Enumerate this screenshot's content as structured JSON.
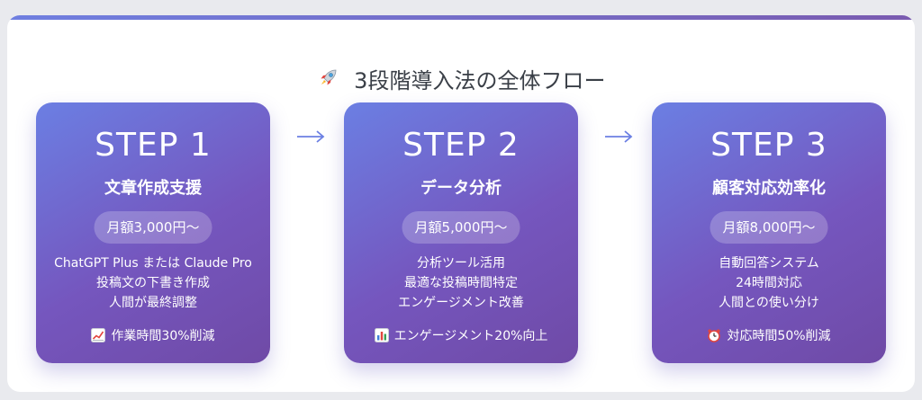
{
  "header": {
    "icon": "rocket-icon",
    "title": "3段階導入法の全体フロー"
  },
  "steps": [
    {
      "step_label": "STEP 1",
      "title": "文章作成支援",
      "price": "月額3,000円〜",
      "features": [
        "ChatGPT Plus または Claude Pro",
        "投稿文の下書き作成",
        "人間が最終調整"
      ],
      "effect_icon": "chart-increasing-icon",
      "effect": "作業時間30%削減"
    },
    {
      "step_label": "STEP 2",
      "title": "データ分析",
      "price": "月額5,000円〜",
      "features": [
        "分析ツール活用",
        "最適な投稿時間特定",
        "エンゲージメント改善"
      ],
      "effect_icon": "bar-chart-icon",
      "effect": "エンゲージメント20%向上"
    },
    {
      "step_label": "STEP 3",
      "title": "顧客対応効率化",
      "price": "月額8,000円〜",
      "features": [
        "自動回答システム",
        "24時間対応",
        "人間との使い分け"
      ],
      "effect_icon": "alarm-clock-icon",
      "effect": "対応時間50%削減"
    }
  ],
  "connector_icon": "arrow-right-icon",
  "colors": {
    "card_gradient_start": "#6b7fe3",
    "card_gradient_end": "#6f4aa6",
    "arrow": "#6b7fe3",
    "title_text": "#3a3f47",
    "page_background": "#e9eaee"
  }
}
